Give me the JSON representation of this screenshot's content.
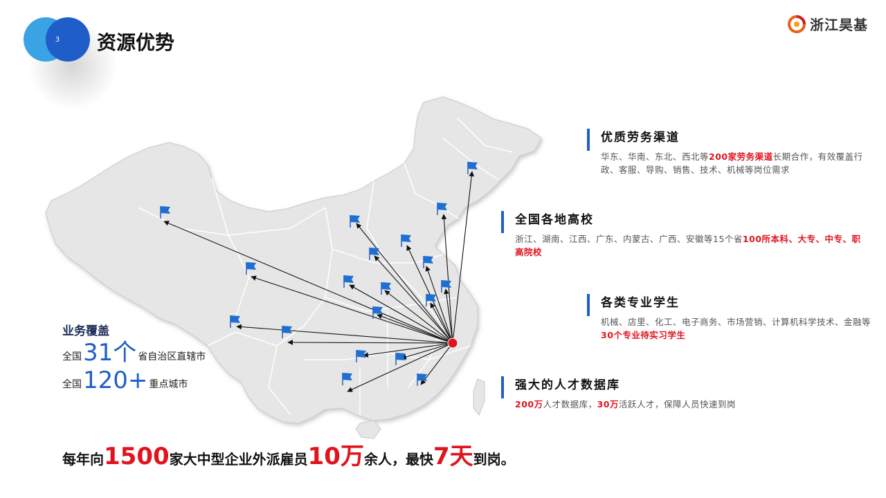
{
  "header": {
    "page_number": "3",
    "title": "资源优势"
  },
  "logo": {
    "brand": "浙江昊基"
  },
  "colors": {
    "accent_blue": "#1f5ec9",
    "light_blue": "#3aa3e3",
    "highlight_red": "#e0141e",
    "map_fill": "#e6e6e6"
  },
  "map": {
    "icon": "china-map",
    "marker_icon": "blue-flag",
    "origin_icon": "red-dot"
  },
  "sections": [
    {
      "title": "优质劳务渠道",
      "text_1": "华东、华南、东北、西北等",
      "hl_1": "200家劳务渠道",
      "text_2": "长期合作，有效覆盖行政、客服、导购、销售、技术、机械等岗位需求"
    },
    {
      "title": "全国各地高校",
      "text_1": "浙江、湖南、江西、广东、内蒙古、广西、安徽等15个省",
      "hl_1": "100所本科、大专、中专、职高院校",
      "text_2": ""
    },
    {
      "title": "各类专业学生",
      "text_1": "机械、店里、化工、电子商务、市场营销、计算机科学技术、金融等",
      "hl_1": "30个专业待实习学生",
      "text_2": ""
    },
    {
      "title": "强大的人才数据库",
      "hl_1": "200万",
      "text_1": "人才数据库，",
      "hl_2": "30万",
      "text_2": "活跃人才，保障人员快速到岗"
    }
  ],
  "coverage": {
    "title": "业务覆盖",
    "line1": {
      "prefix": "全国",
      "number": "31个",
      "suffix": "省自治区直辖市"
    },
    "line2": {
      "prefix": "全国",
      "number": "120+",
      "suffix": "重点城市"
    }
  },
  "bottom": {
    "t1": "每年向",
    "n1": "1500",
    "t2": "家大中型企业外派雇员",
    "n2": "10万",
    "t3": "余人，最快",
    "n3": "7天",
    "t4": "到岗。"
  }
}
